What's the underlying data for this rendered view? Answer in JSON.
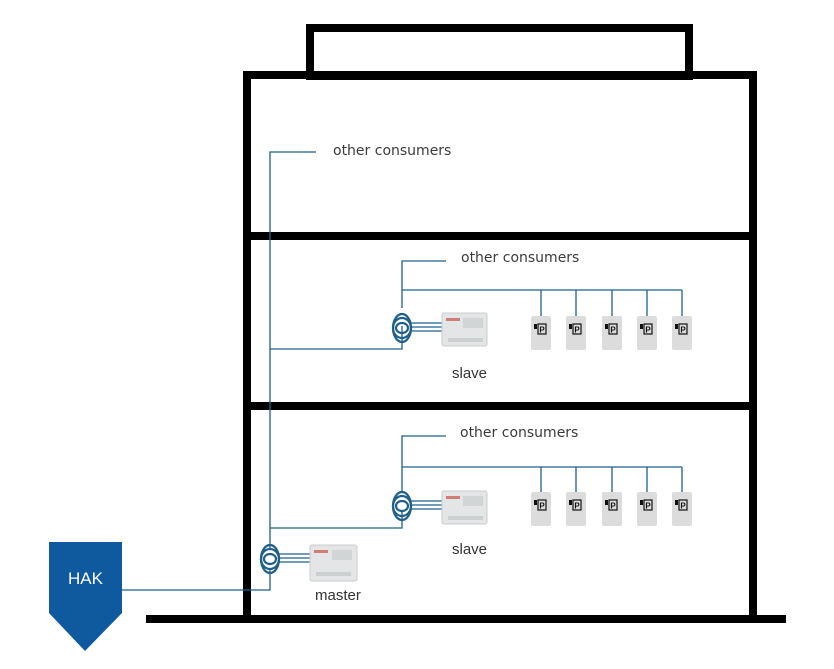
{
  "colors": {
    "wall": "#000000",
    "cable": "#1f5f8b",
    "hak": "#0f5a9e",
    "device": "#e3e5e6",
    "charger": "#dcdcdc"
  },
  "hak": {
    "label": "HAK"
  },
  "floors": [
    {
      "id": "top",
      "other_consumers_label": "other consumers"
    },
    {
      "id": "middle",
      "other_consumers_label": "other consumers",
      "meter_label": "slave",
      "charger_count": 5,
      "charger_icon": "ev-charger-parking-icon",
      "charger_glyph": "P"
    },
    {
      "id": "ground",
      "other_consumers_label": "other consumers",
      "meter_label": "slave",
      "charger_count": 5,
      "charger_icon": "ev-charger-parking-icon",
      "charger_glyph": "P",
      "master_label": "master"
    }
  ]
}
